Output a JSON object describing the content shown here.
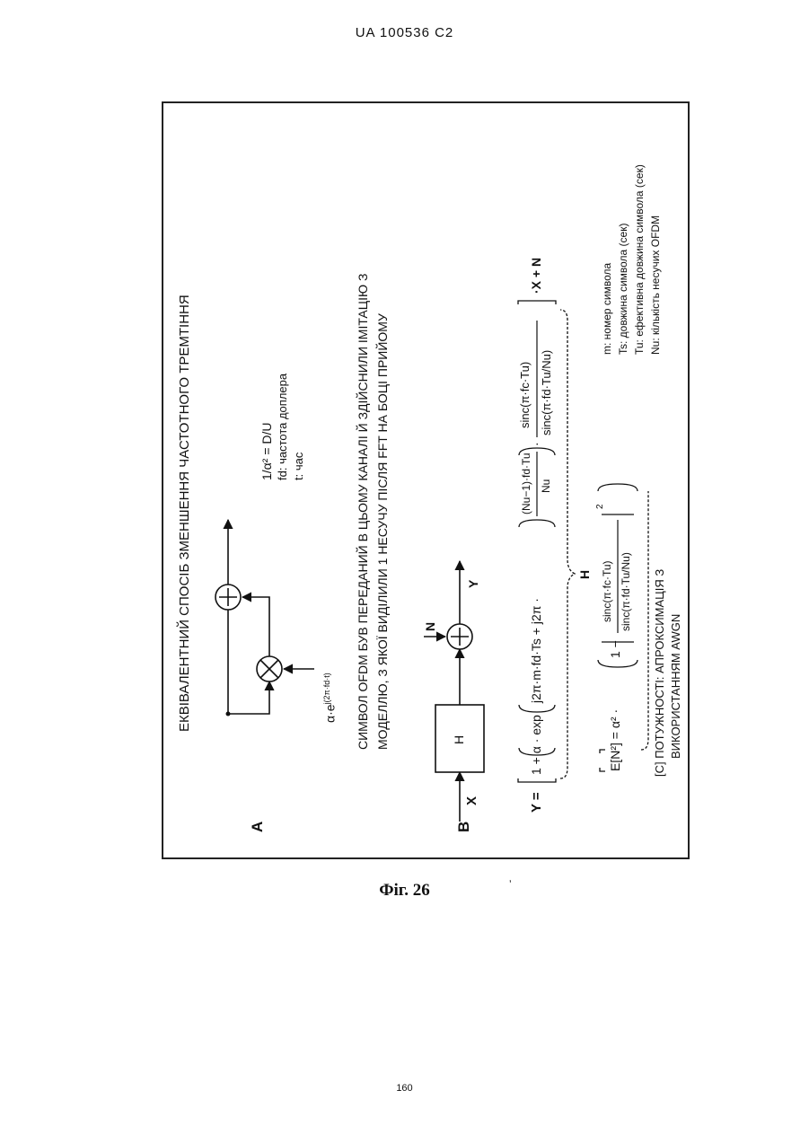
{
  "header": "UA   100536   C2",
  "panel_a": {
    "title": "ЕКВІВАЛЕНТНИЙ СПОСІБ ЗМЕНШЕННЯ ЧАСТОТНОГО ТРЕМТІННЯ",
    "label": "A",
    "multiplier": "α·e",
    "multiplier_exp": "j(2π·fd·t)",
    "legend": [
      "1/α² = D/U",
      "fd: частота доплера",
      "t: час"
    ]
  },
  "description": [
    "СИМВОЛ OFDM БУВ ПЕРЕДАНИЙ В ЦЬОМУ КАНАЛІ Й ЗДІЙСНИЛИ ІМІТАЦІЮ З",
    "МОДЕЛЛЮ, З ЯКОЇ ВИДІЛИЛИ 1 НЕСУЧУ ПІСЛЯ FFT НА БОЦІ ПРИЙОМУ"
  ],
  "panel_b": {
    "label": "B",
    "input": "X",
    "block": "H",
    "noise": "N",
    "output": "Y"
  },
  "equation_y": {
    "lhs": "Y =",
    "term1": "1 + α · exp",
    "term2": "j2π·m·fd·Ts + j2π ·",
    "frac1_num": "(Nu−1)·fd·Tu",
    "frac1_den": "Nu",
    "frac2_num": "sinc(π·fc·Tu)",
    "frac2_den": "sinc(π·fd·Tu/Nu)",
    "tail": "·X + N",
    "brace_label": "H"
  },
  "equation_n": {
    "lhs": "E[N²] = α² ·",
    "one_minus": "1 −",
    "frac_num": "sinc(π·fc·Tu)",
    "frac_den": "sinc(π·fd·Tu/Nu)",
    "power": "2"
  },
  "notes": [
    "m: номер символа",
    "Ts: довжина символа (сек)",
    "Tu: ефективна довжина символа (сек)",
    "Nu: кількість несучих OFDM"
  ],
  "power_note": [
    "[C] ПОТУЖНОСТІ: АПРОКСИМАЦІЯ З",
    "ВИКОРИСТАННЯМ AWGN"
  ],
  "figure_caption": "Фіг. 26",
  "page_number": "160"
}
